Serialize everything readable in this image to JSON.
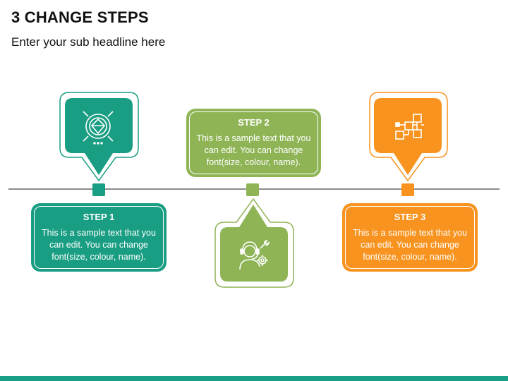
{
  "header": {
    "title": "3 CHANGE STEPS",
    "subtitle": "Enter your sub headline here"
  },
  "steps": [
    {
      "title": "STEP 1",
      "text": "This is a sample text that you can edit. You can change font(size, colour, name).",
      "color": "#1a9e83",
      "icon": "target-diamond-icon"
    },
    {
      "title": "STEP 2",
      "text": "This is a sample text that you can edit. You can change font(size, colour, name).",
      "color": "#8fb456",
      "icon": "support-agent-gear-icon"
    },
    {
      "title": "STEP 3",
      "text": "This is a sample text that you can edit. You can change font(size, colour, name).",
      "color": "#f7931e",
      "icon": "flowchart-nodes-icon"
    }
  ],
  "colors": {
    "timeline": "#8c8c8c",
    "footer_bar": "#1a9e83"
  }
}
